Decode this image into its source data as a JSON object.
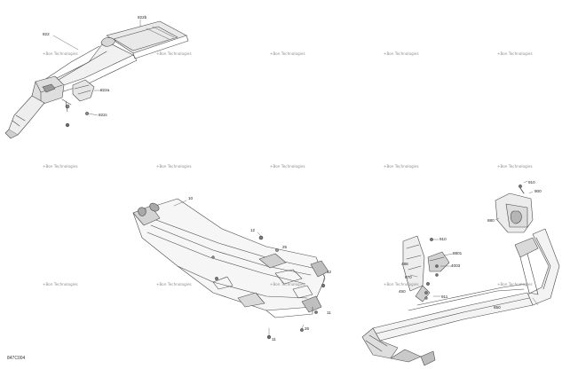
{
  "figure_code": "847C004",
  "watermark_text": "+Bon Technologies",
  "parts": {
    "p822b": "822b",
    "p822": "822",
    "p822a": "822a",
    "p822c": "822c",
    "p10": "10",
    "p12a": "12",
    "p12b": "12",
    "p25": "25",
    "p11a": "11",
    "p26": "26",
    "p11b": "11",
    "p910a": "910",
    "p900": "900",
    "p880": "880",
    "p910b": "910",
    "p8801": "8801",
    "p4003": "4003",
    "p488": "488",
    "p870": "870",
    "p450": "450",
    "p911": "911",
    "p650": "650"
  },
  "colors": {
    "line": "#4a4a4a",
    "shade": "#bdbdbd",
    "dark": "#6e6e6e"
  }
}
